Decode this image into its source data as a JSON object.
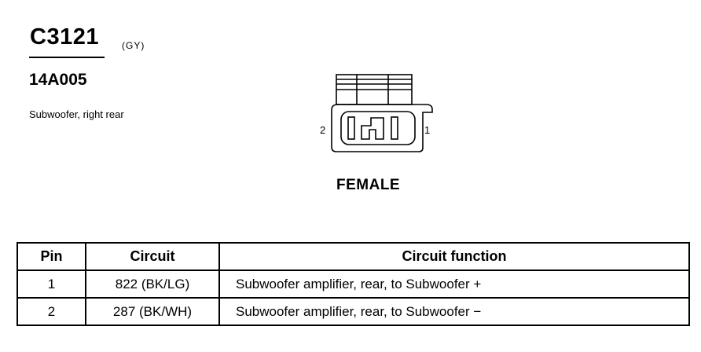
{
  "header": {
    "connector_id": "C3121",
    "color_code": "(GY)",
    "part_number": "14A005",
    "description": "Subwoofer, right rear"
  },
  "connector": {
    "pin_left_label": "2",
    "pin_right_label": "1",
    "gender": "FEMALE"
  },
  "table": {
    "headers": [
      "Pin",
      "Circuit",
      "Circuit function"
    ],
    "rows": [
      {
        "pin": "1",
        "circuit": "822 (BK/LG)",
        "function": "Subwoofer amplifier, rear, to Subwoofer +"
      },
      {
        "pin": "2",
        "circuit": "287 (BK/WH)",
        "function": "Subwoofer amplifier, rear, to Subwoofer −"
      }
    ]
  }
}
